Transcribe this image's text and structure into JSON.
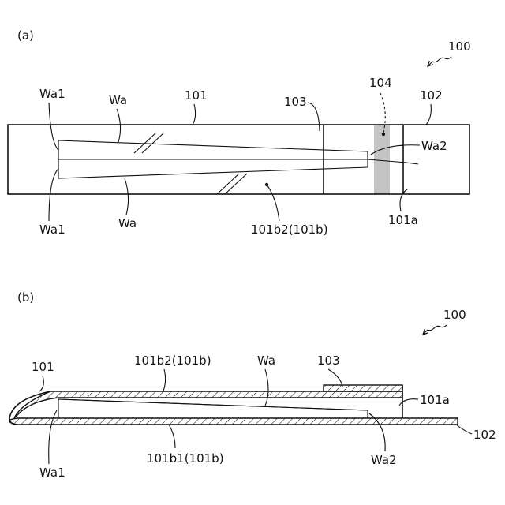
{
  "figure_a": {
    "panel_label": "(a)",
    "ref_100": "100",
    "label_Wa1_top": "Wa1",
    "label_Wa_top": "Wa",
    "label_101": "101",
    "label_103": "103",
    "label_104": "104",
    "label_102": "102",
    "label_Wa2": "Wa2",
    "label_Wa1_bottom": "Wa1",
    "label_Wa_bottom": "Wa",
    "label_101b2": "101b2(101b)",
    "label_101a": "101a",
    "colors": {
      "line": "#111111",
      "strip_104": "#c4c4c4"
    }
  },
  "figure_b": {
    "panel_label": "(b)",
    "ref_100": "100",
    "label_101": "101",
    "label_101b2": "101b2(101b)",
    "label_Wa": "Wa",
    "label_103": "103",
    "label_101a": "101a",
    "label_102": "102",
    "label_101b1": "101b1(101b)",
    "label_Wa1": "Wa1",
    "label_Wa2": "Wa2"
  }
}
